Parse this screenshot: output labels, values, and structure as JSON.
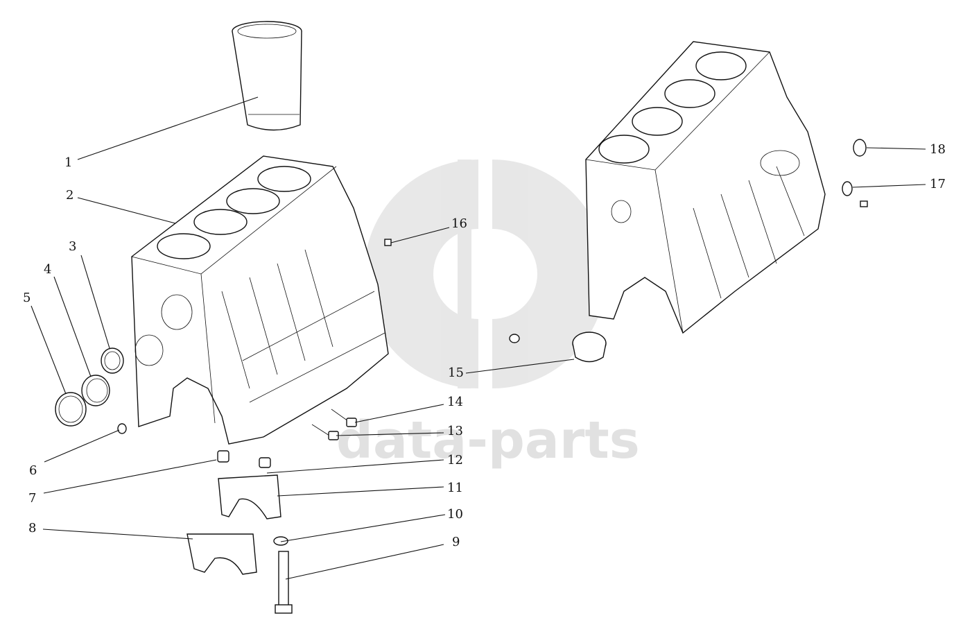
{
  "watermark": {
    "text": "data-parts",
    "color": "#c9c9c9"
  },
  "callouts": [
    "1",
    "2",
    "3",
    "4",
    "5",
    "6",
    "7",
    "8",
    "9",
    "10",
    "11",
    "12",
    "13",
    "14",
    "15",
    "16",
    "17",
    "18"
  ],
  "icons": [
    "cylinder-block-front-view",
    "cylinder-block-rear-view",
    "watermark-logo"
  ]
}
